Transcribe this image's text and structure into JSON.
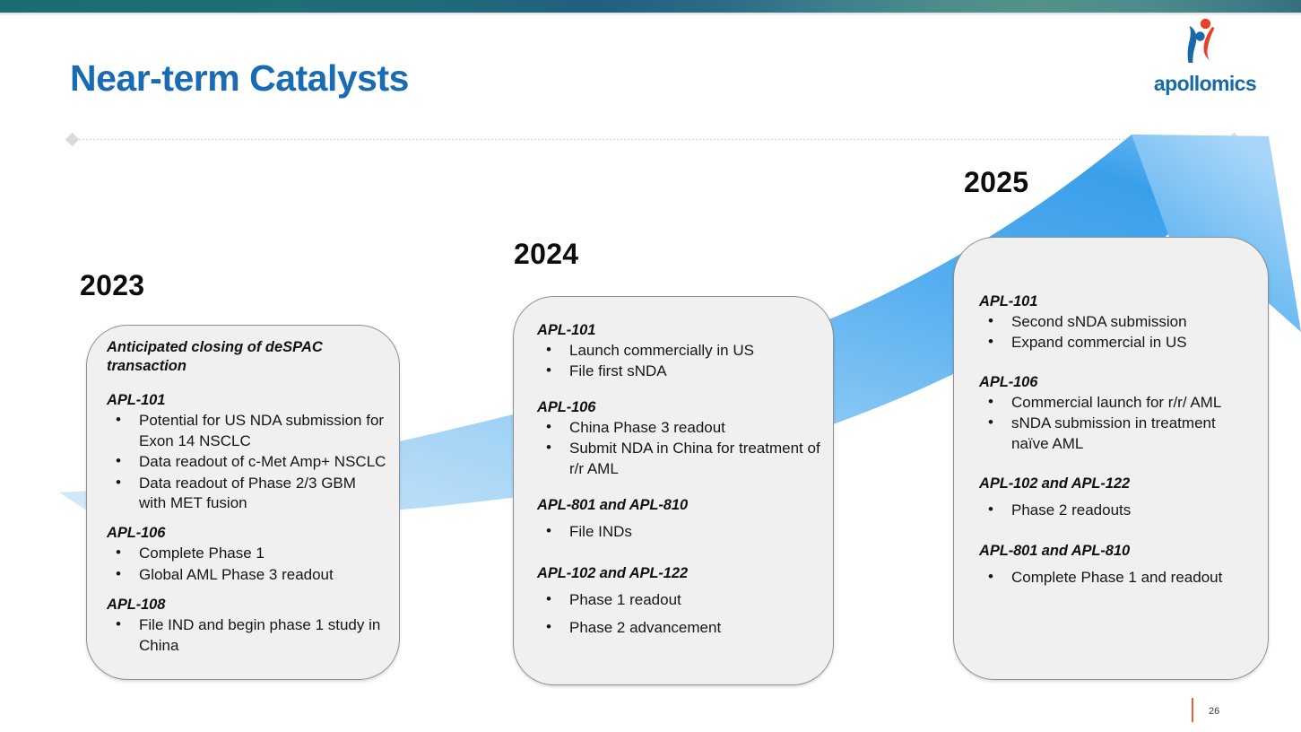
{
  "slide": {
    "title": "Near-term Catalysts",
    "page_number": "26",
    "brand_name": "apollomics",
    "colors": {
      "title_blue": "#1a6cb2",
      "logo_blue": "#1769a8",
      "logo_red": "#e8412b",
      "arrow_blue_dark": "#3aa0ea",
      "arrow_blue_light": "#b7dcf7",
      "card_fill": "#f0f0f0",
      "card_border": "#8d8f93",
      "banner_teal": "#1d6b72",
      "footer_rule": "#e2603f"
    }
  },
  "timeline": {
    "columns": [
      {
        "year": "2023",
        "intro": "Anticipated closing of deSPAC transaction",
        "groups": [
          {
            "heading": "APL-101",
            "items": [
              "Potential for US NDA submission for Exon 14 NSCLC",
              "Data readout of c-Met Amp+  NSCLC",
              "Data readout of Phase 2/3 GBM with MET fusion"
            ]
          },
          {
            "heading": "APL-106",
            "items": [
              "Complete Phase 1",
              "Global AML Phase 3 readout"
            ]
          },
          {
            "heading": "APL-108",
            "items": [
              "File IND and begin phase 1 study in China"
            ]
          }
        ]
      },
      {
        "year": "2024",
        "intro": "",
        "groups": [
          {
            "heading": "APL-101",
            "items": [
              "Launch commercially in US",
              "File first sNDA"
            ]
          },
          {
            "heading": "APL-106",
            "items": [
              "China Phase 3 readout",
              "Submit NDA in China for treatment of r/r AML"
            ]
          },
          {
            "heading": "APL-801 and APL-810",
            "items": [
              "File INDs"
            ]
          },
          {
            "heading": "APL-102 and APL-122",
            "items": [
              "Phase 1 readout",
              "Phase 2 advancement"
            ]
          }
        ]
      },
      {
        "year": "2025",
        "intro": "",
        "groups": [
          {
            "heading": "APL-101",
            "items": [
              "Second sNDA submission",
              "Expand commercial in US"
            ]
          },
          {
            "heading": "APL-106",
            "items": [
              "Commercial launch for r/r/ AML",
              "sNDA submission in treatment naïve AML"
            ]
          },
          {
            "heading": "APL-102 and APL-122",
            "items": [
              "Phase 2 readouts"
            ]
          },
          {
            "heading": "APL-801 and APL-810",
            "items": [
              "Complete Phase 1 and readout"
            ]
          }
        ]
      }
    ]
  }
}
